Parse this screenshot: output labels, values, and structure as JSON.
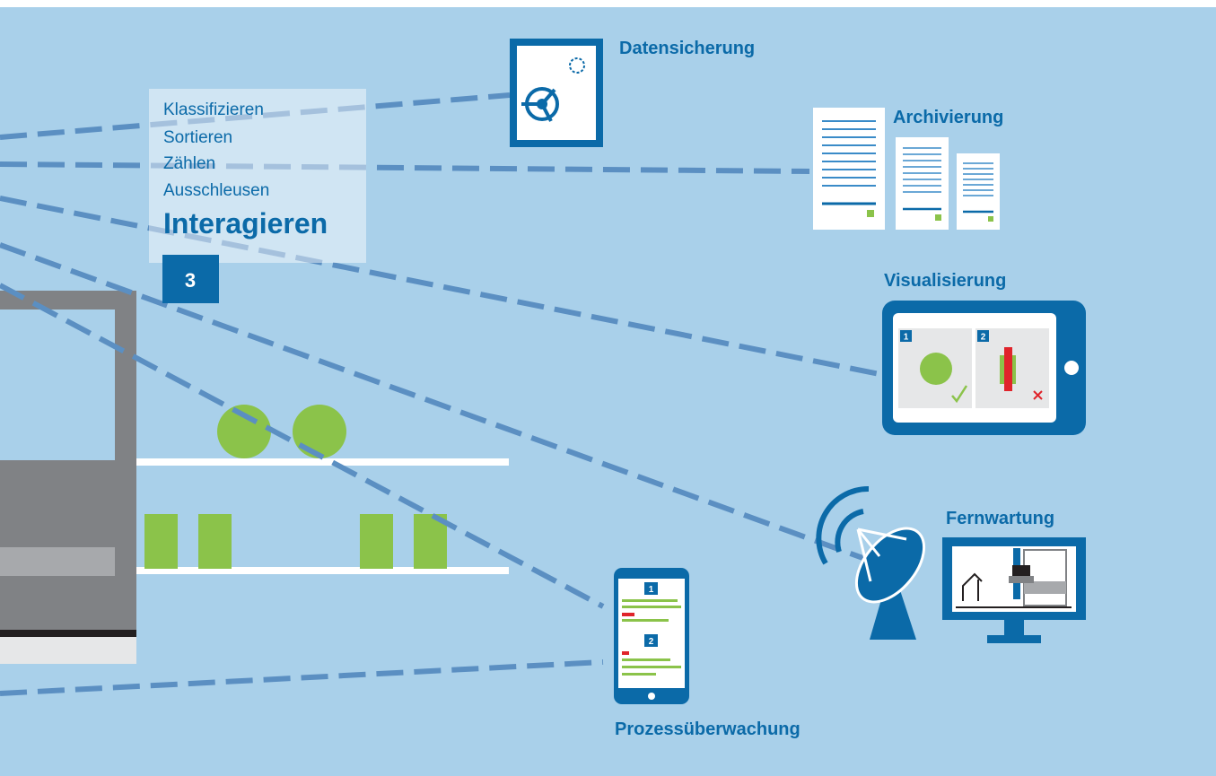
{
  "panel": {
    "lines": [
      "Klassifizieren",
      "Sortieren",
      "Zählen",
      "Ausschleusen"
    ],
    "title": "Interagieren",
    "step": "3"
  },
  "labels": {
    "datensicherung": "Datensicherung",
    "archivierung": "Archivierung",
    "visualisierung": "Visualisierung",
    "fernwartung": "Fernwartung",
    "prozess": "Prozessüberwachung"
  },
  "tablet": {
    "cell1": "1",
    "cell2": "2"
  },
  "phone": {
    "cell1": "1",
    "cell2": "2"
  },
  "colors": {
    "background": "#a9d0ea",
    "brand_blue": "#0b6aa8",
    "dash_blue": "#5b8fc2",
    "green": "#8bc34a",
    "red": "#e0242b",
    "machine_grey": "#808285"
  }
}
